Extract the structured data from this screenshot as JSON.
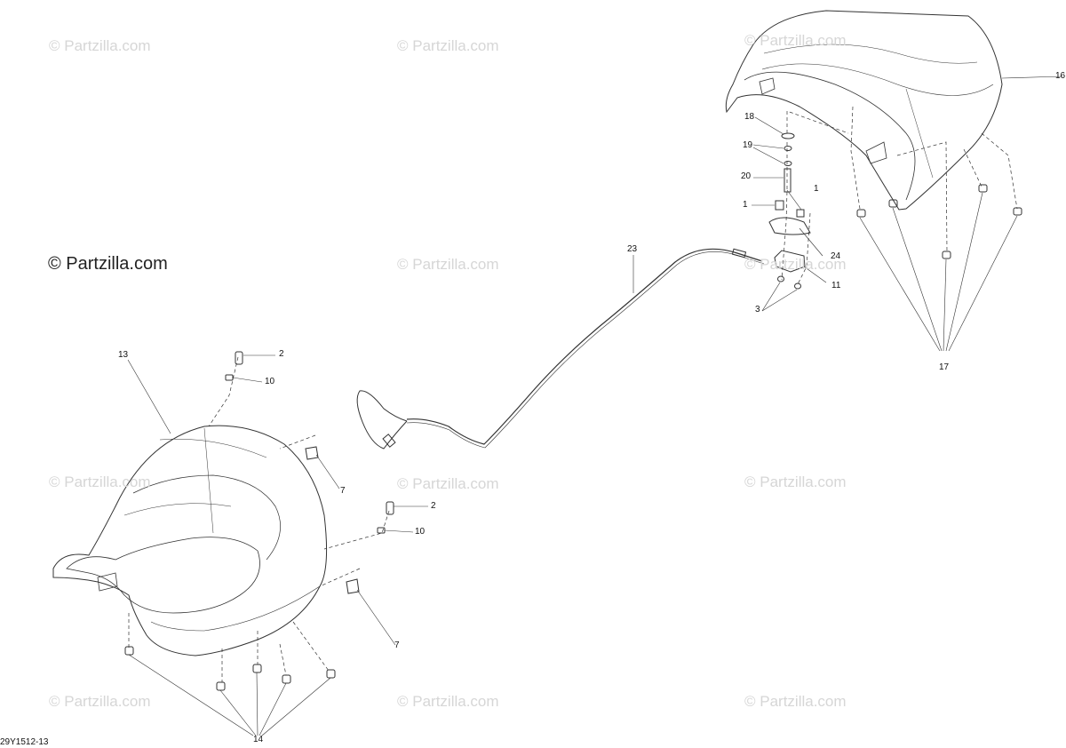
{
  "watermarks": {
    "text": "© Partzilla.com",
    "prominent_text": "© Partzilla.com"
  },
  "drawing_number": "29Y1512-13",
  "callouts": {
    "c16": "16",
    "c18": "18",
    "c19": "19",
    "c20": "20",
    "c1a": "1",
    "c1b": "1",
    "c24": "24",
    "c11": "11",
    "c3": "3",
    "c23": "23",
    "c17": "17",
    "c13": "13",
    "c2a": "2",
    "c10a": "10",
    "c7a": "7",
    "c2b": "2",
    "c10b": "10",
    "c7b": "7",
    "c14": "14"
  },
  "colors": {
    "line": "#333333",
    "watermark": "#d6d6d6"
  }
}
